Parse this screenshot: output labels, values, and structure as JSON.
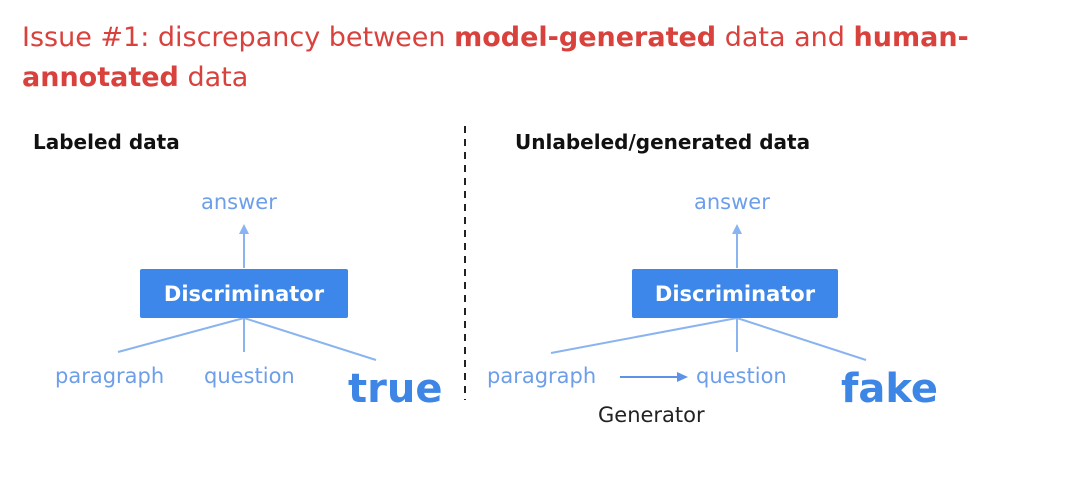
{
  "title": {
    "part1": "Issue #1: discrepancy between ",
    "bold1": "model-generated",
    "part2": " data and ",
    "bold2": "human-annotated",
    "part3": " data"
  },
  "left_panel": {
    "heading": "Labeled data",
    "top_label": "answer",
    "box_label": "Discriminator",
    "input1": "paragraph",
    "input2": "question",
    "verdict": "true"
  },
  "right_panel": {
    "heading": "Unlabeled/generated data",
    "top_label": "answer",
    "box_label": "Discriminator",
    "input1": "paragraph",
    "input2": "question",
    "generator_label": "Generator",
    "verdict": "fake"
  },
  "colors": {
    "title": "#d9413d",
    "box": "#3d87ea",
    "label": "#6d9eea",
    "line": "#8ab4f0"
  }
}
